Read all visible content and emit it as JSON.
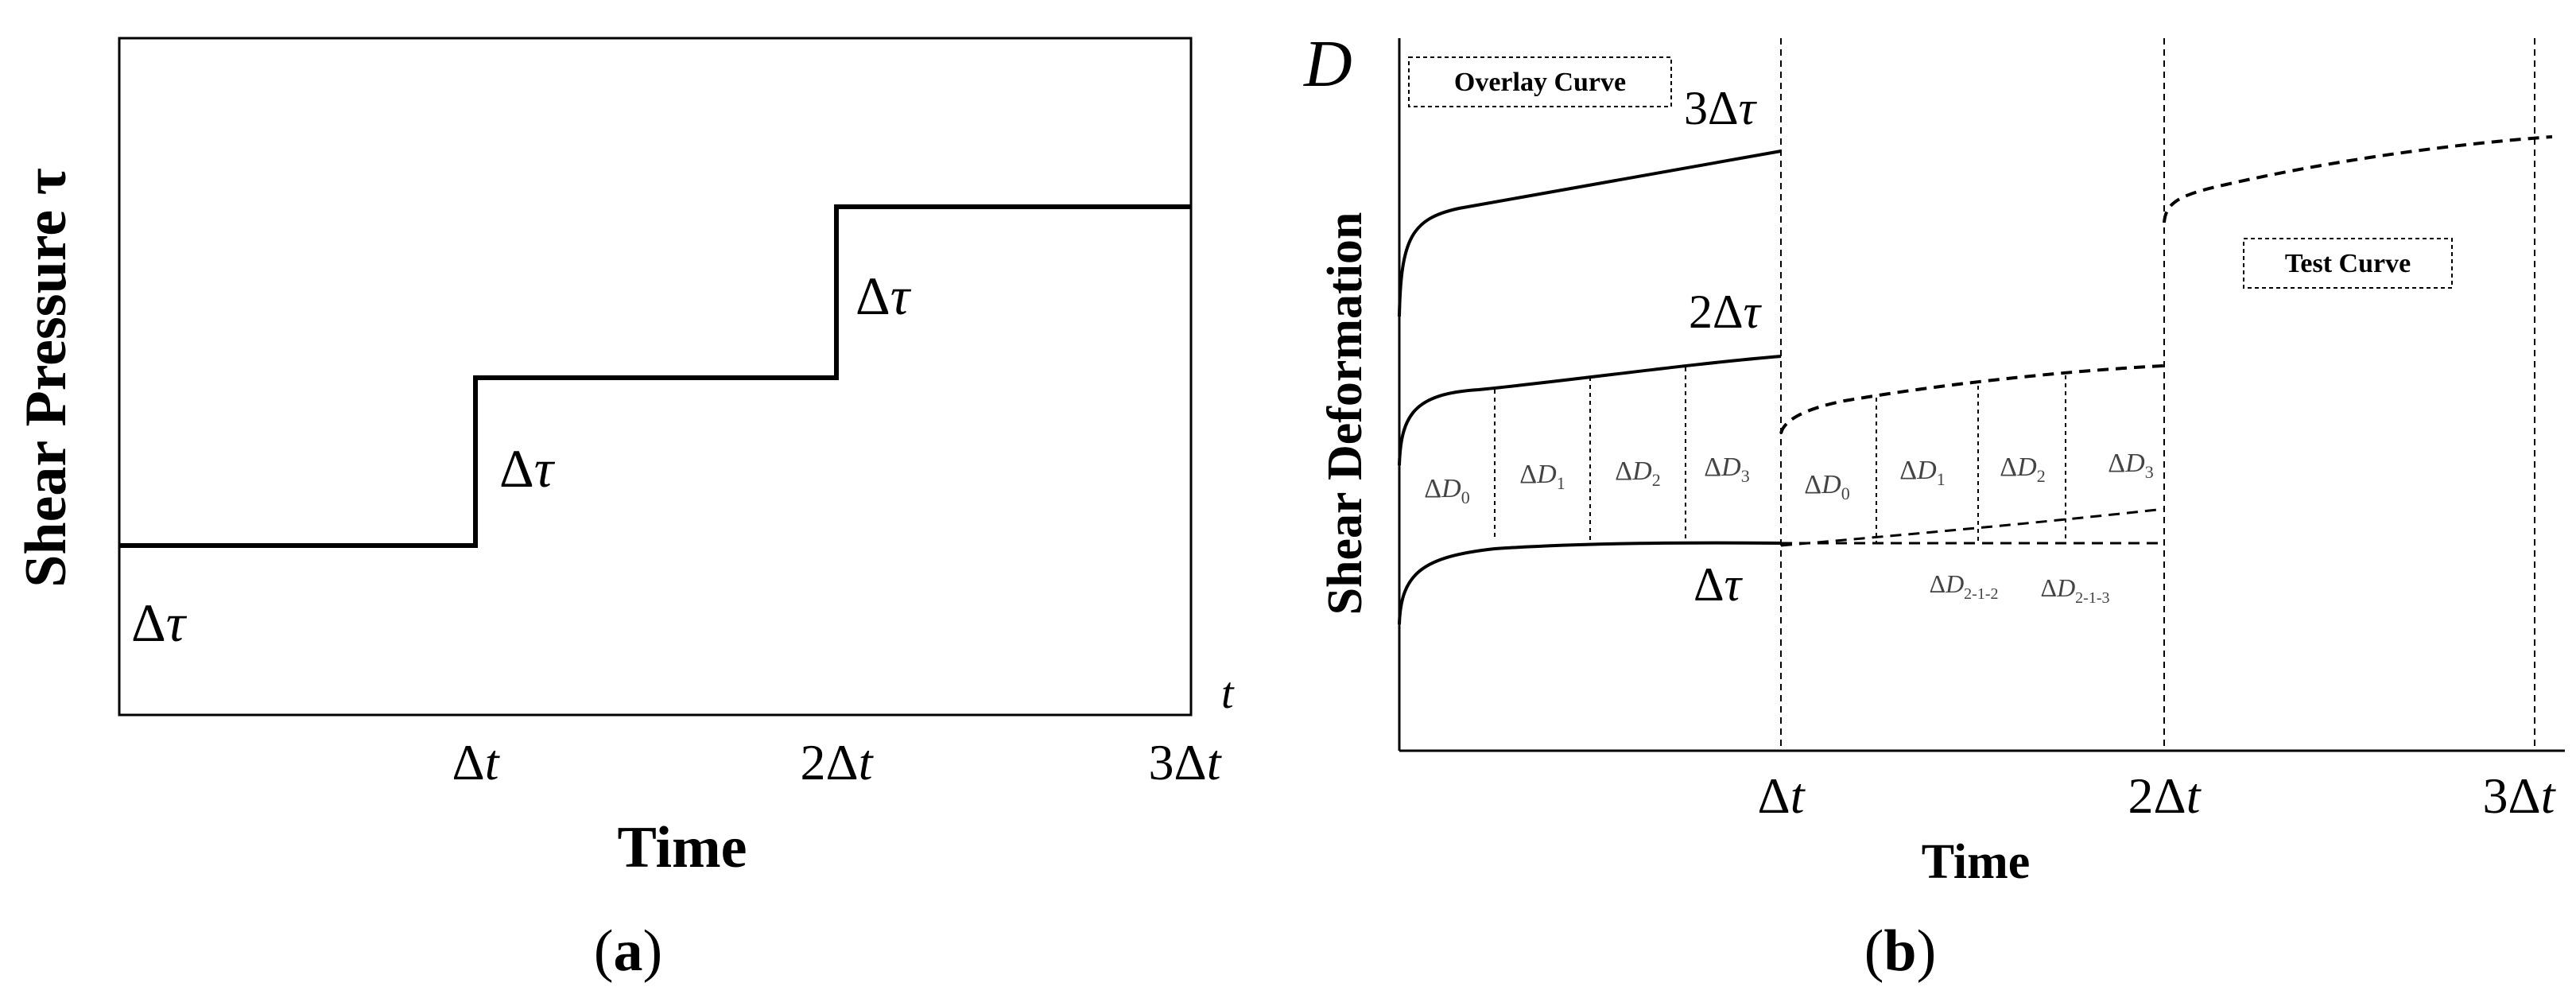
{
  "panel_a": {
    "y_label": "Shear Pressure",
    "y_symbol": "τ",
    "x_label": "Time",
    "axis_end_label": "t",
    "x_ticks": [
      {
        "prefix": "",
        "delta": "Δ",
        "var": "t"
      },
      {
        "prefix": "2",
        "delta": "Δ",
        "var": "t"
      },
      {
        "prefix": "3",
        "delta": "Δ",
        "var": "t"
      }
    ],
    "step_labels": [
      {
        "delta": "Δ",
        "var": "τ"
      },
      {
        "delta": "Δ",
        "var": "τ"
      },
      {
        "delta": "Δ",
        "var": "τ"
      }
    ],
    "caption_letter": "a"
  },
  "panel_b": {
    "y_axis_symbol": "D",
    "y_label": "Shear Deformation",
    "x_label": "Time",
    "overlay_box": "Overlay Curve",
    "test_box": "Test Curve",
    "x_ticks": [
      {
        "prefix": "",
        "delta": "Δ",
        "var": "t"
      },
      {
        "prefix": "2",
        "delta": "Δ",
        "var": "t"
      },
      {
        "prefix": "3",
        "delta": "Δ",
        "var": "t"
      }
    ],
    "curve_labels": [
      {
        "prefix": "3",
        "delta": "Δ",
        "var": "τ"
      },
      {
        "prefix": "2",
        "delta": "Δ",
        "var": "τ"
      },
      {
        "prefix": "",
        "delta": "Δ",
        "var": "τ"
      }
    ],
    "increments_first": [
      {
        "delta": "Δ",
        "var": "D",
        "sub": "0"
      },
      {
        "delta": "Δ",
        "var": "D",
        "sub": "1"
      },
      {
        "delta": "Δ",
        "var": "D",
        "sub": "2"
      },
      {
        "delta": "Δ",
        "var": "D",
        "sub": "3"
      }
    ],
    "increments_second": [
      {
        "delta": "Δ",
        "var": "D",
        "sub": "0"
      },
      {
        "delta": "Δ",
        "var": "D",
        "sub": "1"
      },
      {
        "delta": "Δ",
        "var": "D",
        "sub": "2"
      },
      {
        "delta": "Δ",
        "var": "D",
        "sub": "3"
      }
    ],
    "lower_labels": [
      {
        "delta": "Δ",
        "var": "D",
        "sub": "2-1-2"
      },
      {
        "delta": "Δ",
        "var": "D",
        "sub": "2-1-3"
      }
    ],
    "caption_letter": "b"
  }
}
